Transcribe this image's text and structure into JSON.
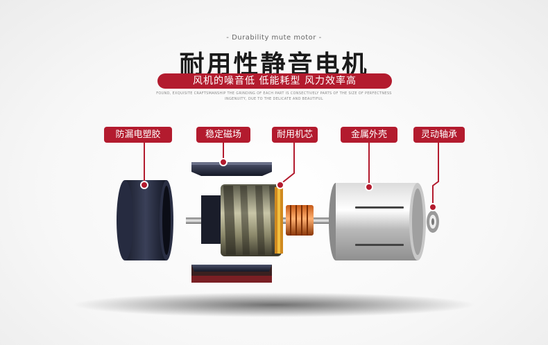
{
  "header": {
    "tagline": "- Durability mute motor -",
    "title": "耐用性静音电机",
    "banner": "风机的噪音低  低能耗型  风力效率高",
    "small_line_1": "FOUND, EXQUISITE CRAFTSMANSHIP THE GRINDING OF EACH PART IS CONSECTIVELY PARTS OF THE SIZE OF PERFECTNESS",
    "small_line_2": "INGENUITY, DUE TO THE DELICATE AND BEAUTIFUL"
  },
  "parts": [
    {
      "label": "防漏电塑胶"
    },
    {
      "label": "稳定磁场"
    },
    {
      "label": "耐用机芯"
    },
    {
      "label": "金属外壳"
    },
    {
      "label": "灵动轴承"
    }
  ],
  "colors": {
    "accent": "#b31b2e",
    "title": "#1a1a1a"
  }
}
